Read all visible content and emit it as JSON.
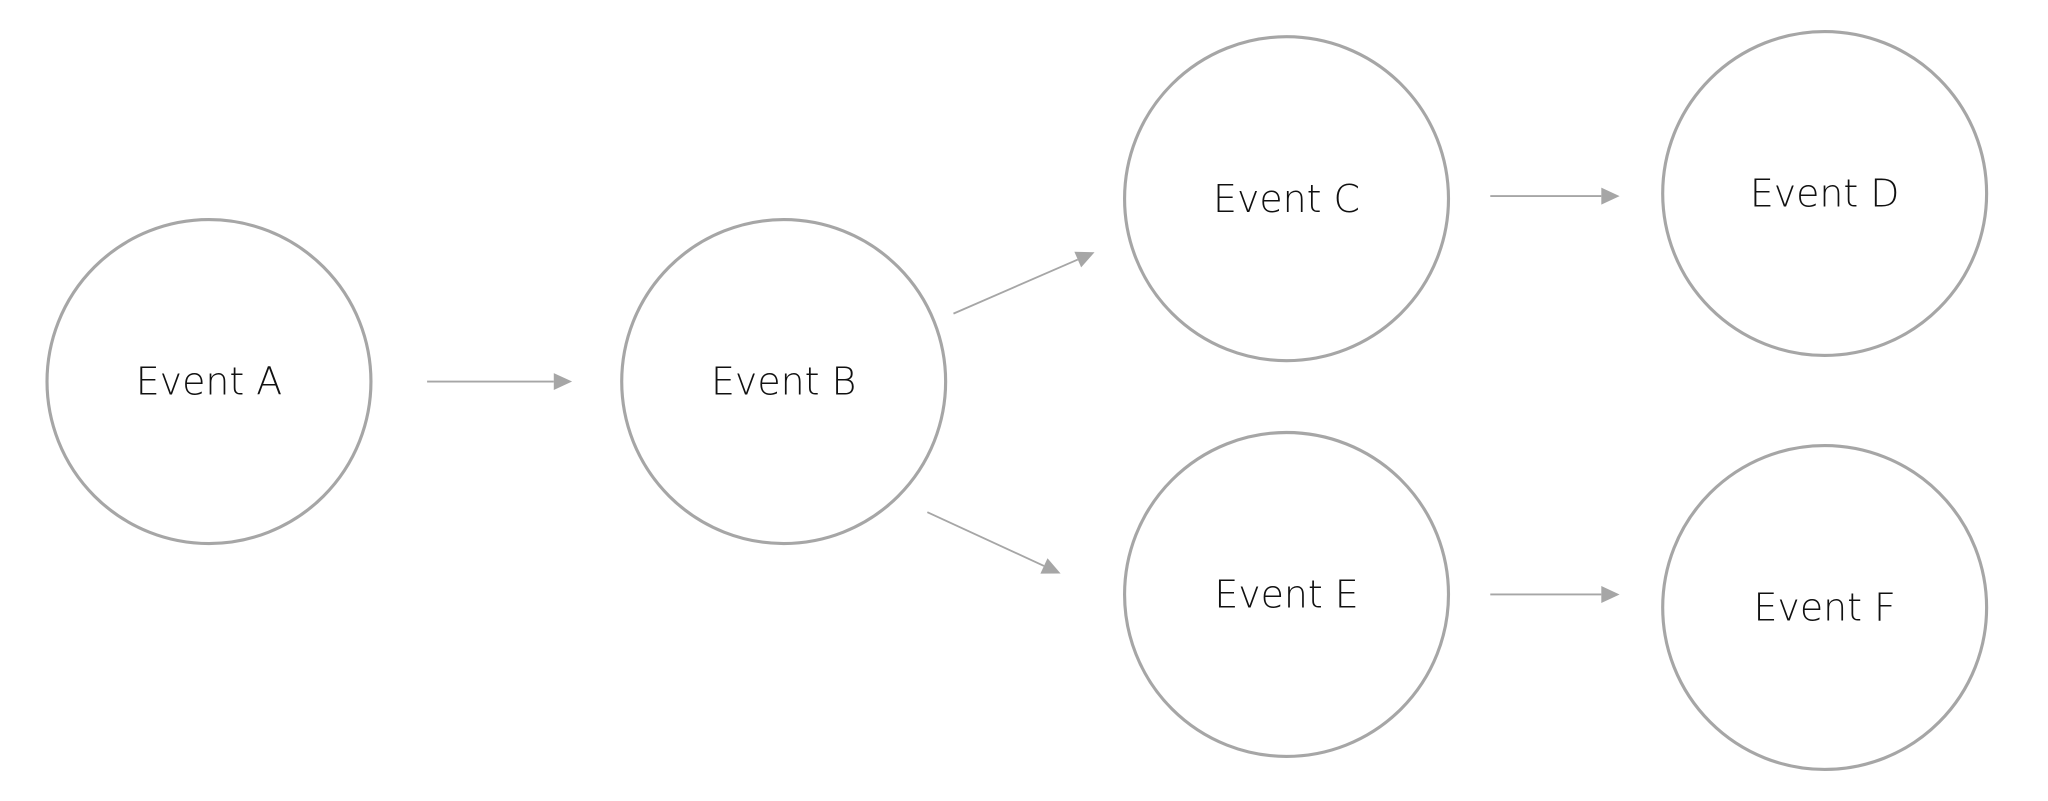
{
  "diagram": {
    "nodes": [
      {
        "id": "A",
        "label": "Event A"
      },
      {
        "id": "B",
        "label": "Event B"
      },
      {
        "id": "C",
        "label": "Event C"
      },
      {
        "id": "D",
        "label": "Event D"
      },
      {
        "id": "E",
        "label": "Event E"
      },
      {
        "id": "F",
        "label": "Event F"
      }
    ],
    "edges": [
      {
        "from": "A",
        "to": "B"
      },
      {
        "from": "B",
        "to": "C"
      },
      {
        "from": "B",
        "to": "E"
      },
      {
        "from": "C",
        "to": "D"
      },
      {
        "from": "E",
        "to": "F"
      }
    ],
    "colors": {
      "stroke": "#a6a6a6",
      "text": "#111111"
    }
  }
}
